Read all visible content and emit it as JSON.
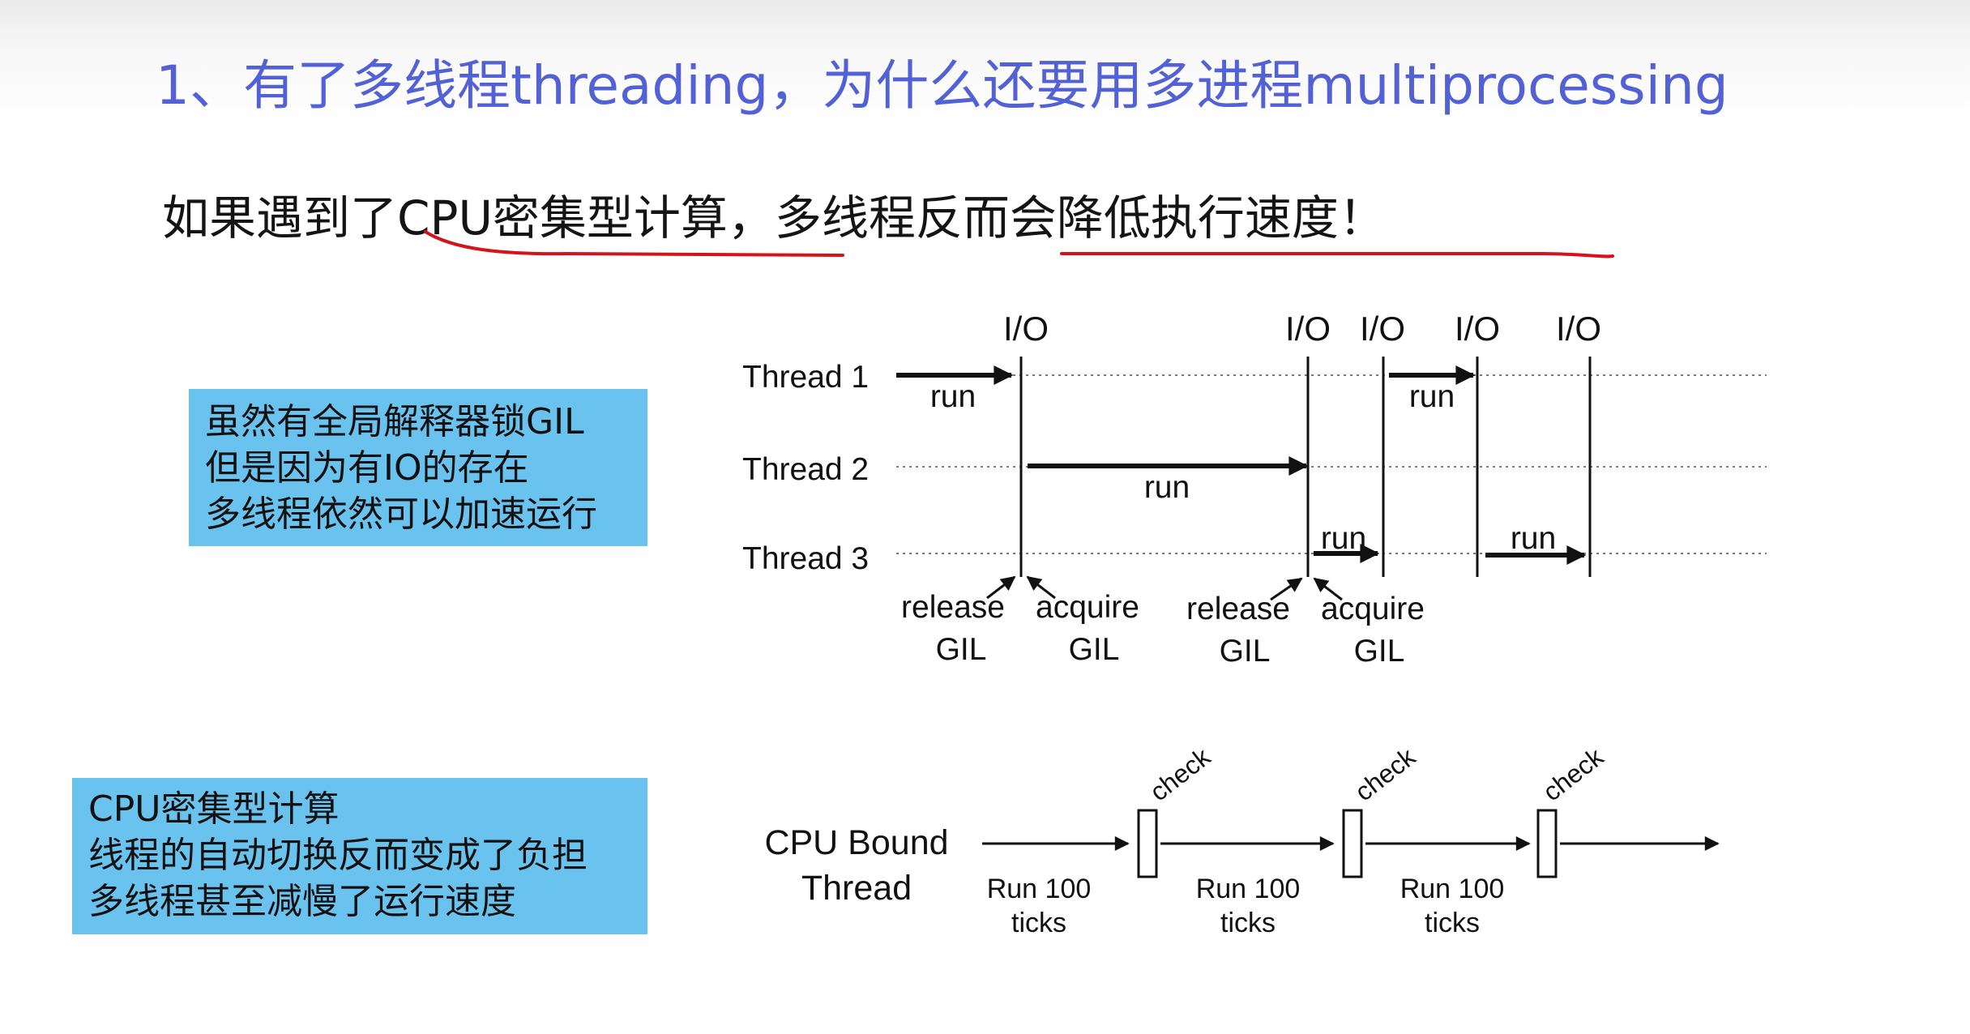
{
  "slide": {
    "title": "1、有了多线程threading，为什么还要用多进程multiprocessing",
    "subtitle": "如果遇到了CPU密集型计算，多线程反而会降低执行速度！",
    "accent_color": "#5361d6",
    "underline_color": "#d4141a",
    "note_color": "#6ac3ef"
  },
  "note_io": {
    "lines": [
      "虽然有全局解释器锁GIL",
      "但是因为有IO的存在",
      "多线程依然可以加速运行"
    ]
  },
  "note_cpu": {
    "lines": [
      "CPU密集型计算",
      "线程的自动切换反而变成了负担",
      "多线程甚至减慢了运行速度"
    ]
  },
  "io_diagram": {
    "threads": [
      "Thread 1",
      "Thread 2",
      "Thread 3"
    ],
    "io_label": "I/O",
    "run_label": "run",
    "release_label": "release",
    "acquire_label": "acquire",
    "gil_label": "GIL"
  },
  "cpu_diagram": {
    "thread_line1": "CPU Bound",
    "thread_line2": "Thread",
    "run_line1": "Run 100",
    "run_line2": "ticks",
    "check_label": "check"
  }
}
